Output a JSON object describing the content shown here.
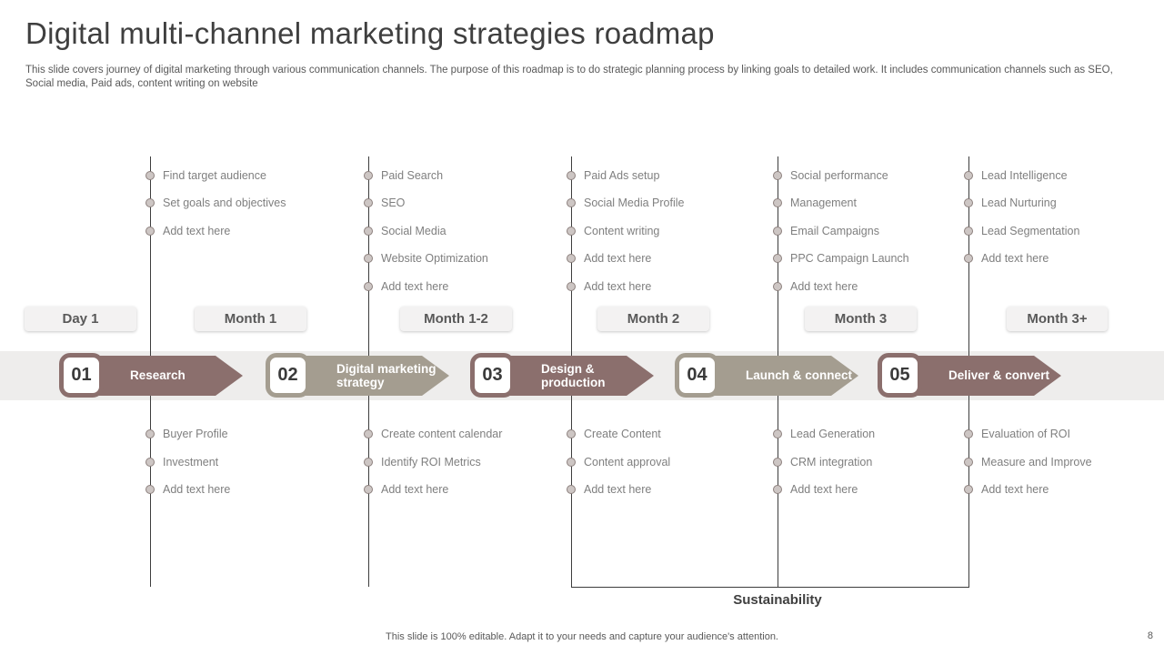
{
  "slide": {
    "title": "Digital multi-channel marketing strategies roadmap",
    "description": "This slide covers journey of digital marketing through various communication channels. The purpose of this roadmap is to do strategic planning process by linking goals to detailed work. It includes communication channels such as SEO, Social media, Paid ads, content writing on website",
    "footer_note": "This slide is 100% editable. Adapt it to your needs and capture your audience's attention.",
    "page_number": "8"
  },
  "colors": {
    "stage_primary": "#8b6f6d",
    "stage_secondary": "#a49d90",
    "band_background": "#eeedec",
    "label_background": "#f3f2f2",
    "item_text": "#7f7f7f",
    "line": "#3d3d3d"
  },
  "timeline": {
    "time_labels": [
      "Day 1",
      "Month 1",
      "Month 1-2",
      "Month 2",
      "Month 3",
      "Month 3+"
    ],
    "stages": [
      {
        "number": "01",
        "label": "Research",
        "theme": "primary"
      },
      {
        "number": "02",
        "label": "Digital marketing strategy",
        "theme": "secondary"
      },
      {
        "number": "03",
        "label": "Design & production",
        "theme": "primary"
      },
      {
        "number": "04",
        "label": "Launch & connect",
        "theme": "secondary"
      },
      {
        "number": "05",
        "label": "Deliver & convert",
        "theme": "primary"
      }
    ],
    "columns": [
      {
        "top": [
          "Find target audience",
          "Set goals and objectives",
          "Add text here"
        ],
        "bottom": [
          "Buyer Profile",
          "Investment",
          "Add text here"
        ]
      },
      {
        "top": [
          "Paid Search",
          "SEO",
          "Social Media",
          "Website Optimization",
          "Add text here"
        ],
        "bottom": [
          "Create content calendar",
          "Identify ROI Metrics",
          "Add text here"
        ]
      },
      {
        "top": [
          "Paid Ads setup",
          "Social Media Profile",
          "Content writing",
          "Add text here",
          "Add text here"
        ],
        "bottom": [
          "Create Content",
          "Content approval",
          "Add text here"
        ]
      },
      {
        "top": [
          "Social performance",
          "Management",
          "Email Campaigns",
          "PPC Campaign Launch",
          "Add text here"
        ],
        "bottom": [
          "Lead Generation",
          "CRM integration",
          "Add text here"
        ]
      },
      {
        "top": [
          "Lead Intelligence",
          "Lead Nurturing",
          "Lead Segmentation",
          "Add text here"
        ],
        "bottom": [
          "Evaluation of ROI",
          "Measure and Improve",
          "Add text here"
        ]
      }
    ],
    "bracket_label": "Sustainability"
  }
}
